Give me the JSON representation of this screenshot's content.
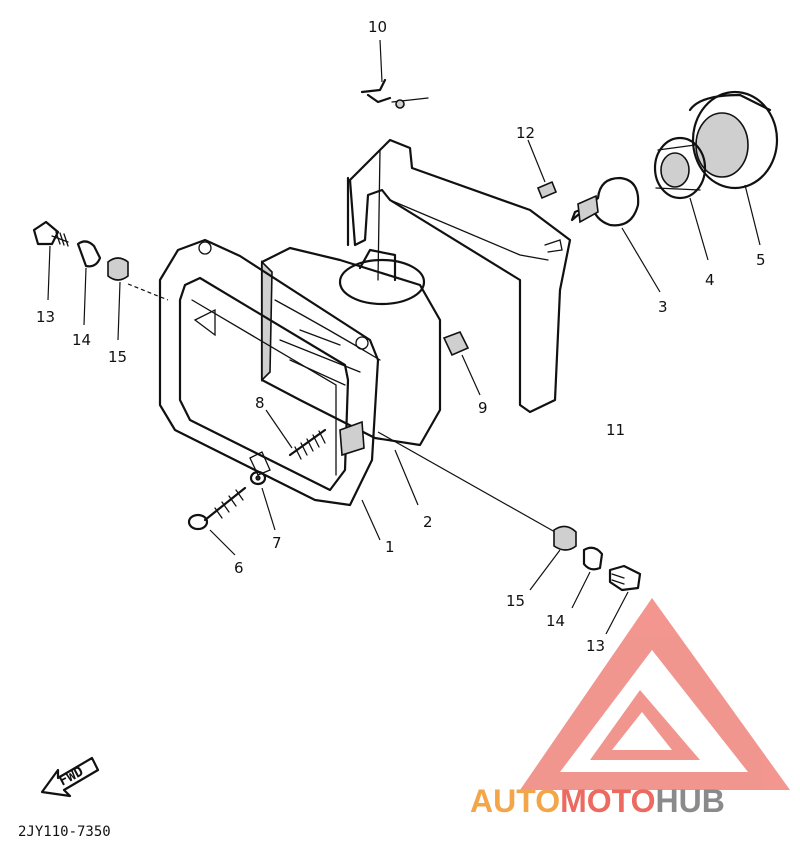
{
  "diagram": {
    "code": "2JY110-7350",
    "fwd_label": "FWD",
    "callouts": [
      "1",
      "2",
      "3",
      "4",
      "5",
      "6",
      "7",
      "8",
      "9",
      "10",
      "11",
      "12",
      "13",
      "14",
      "15",
      "15",
      "14",
      "13"
    ]
  },
  "watermark": {
    "part1": "AUTO",
    "part2": "MOTO",
    "part3": "HUB",
    "color_orange": "#f3a54a",
    "color_red": "#ec6a60",
    "color_gray": "#8a8a8a"
  }
}
